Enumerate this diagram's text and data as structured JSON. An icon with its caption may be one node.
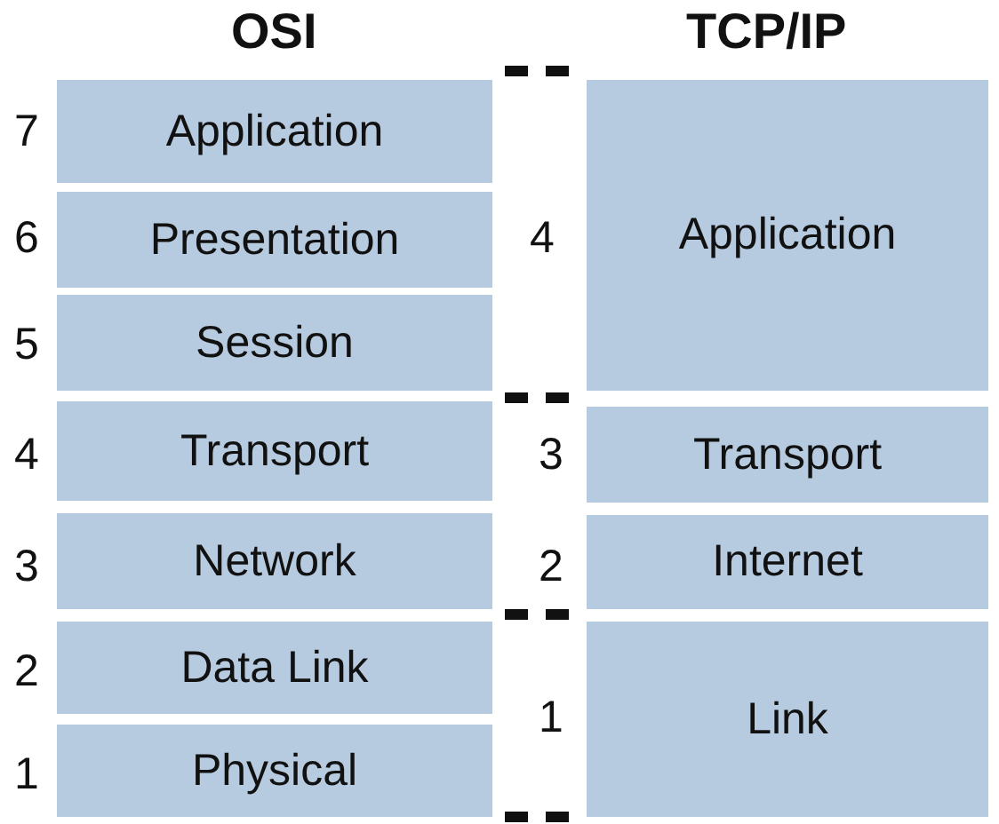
{
  "diagram": {
    "nodes": [
      {
        "text": [
          "Application"
        ],
        "beside": [
          "7"
        ]
      },
      {
        "text": [
          "Presentation"
        ],
        "beside": [
          "6"
        ]
      },
      {
        "text": [
          "Session"
        ],
        "beside": [
          "5"
        ]
      },
      {
        "text": [
          "Transport"
        ],
        "beside": [
          "4"
        ]
      },
      {
        "text": [
          "Network"
        ],
        "beside": [
          "3"
        ]
      },
      {
        "text": [
          "Data Link"
        ],
        "beside": [
          "2"
        ]
      },
      {
        "text": [
          "Physical"
        ],
        "beside": [
          "1"
        ]
      },
      {
        "text": [
          "Application"
        ],
        "beside": [
          "4"
        ]
      },
      {
        "text": [
          "Transport"
        ],
        "beside": [
          "3"
        ]
      },
      {
        "text": [
          "Internet"
        ],
        "beside": [
          "2"
        ]
      },
      {
        "text": [
          "Link"
        ],
        "beside": [
          "1"
        ]
      }
    ],
    "labels": [
      "OSI",
      "TCP/IP"
    ]
  }
}
